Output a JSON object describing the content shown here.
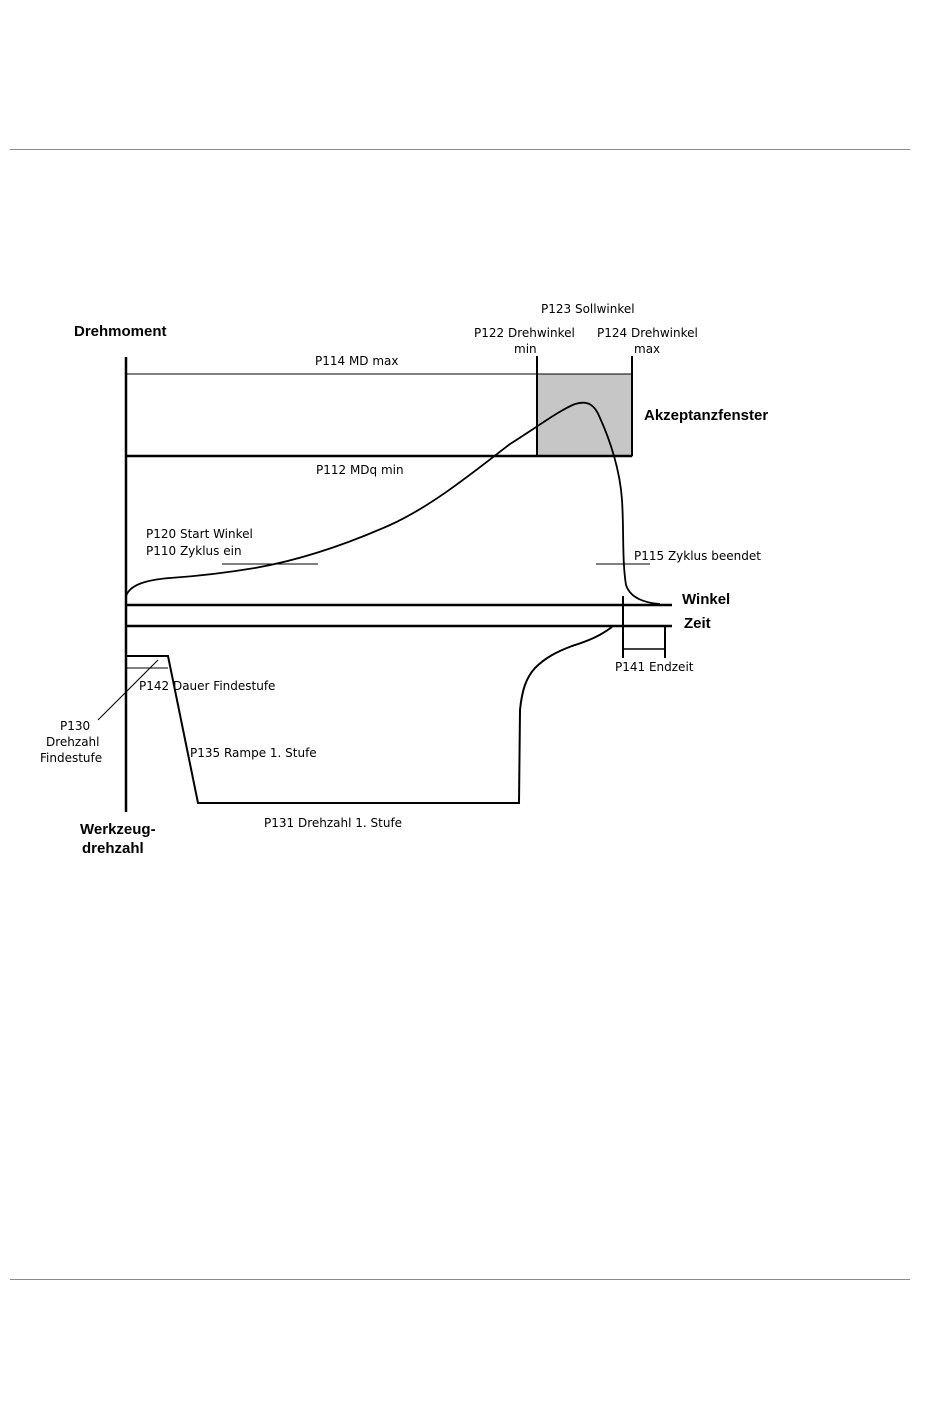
{
  "axes": {
    "torque_label": "Drehmoment",
    "angle_label": "Winkel",
    "time_label": "Zeit",
    "tool_speed_label_line1": "Werkzeug-",
    "tool_speed_label_line2": "drehzahl"
  },
  "window": {
    "label": "Akzeptanzfenster",
    "fill_color": "#c6c6c6"
  },
  "params": {
    "p123": "P123 Sollwinkel",
    "p122_line1": "P122 Drehwinkel",
    "p122_line2": "min",
    "p124_line1": "P124 Drehwinkel",
    "p124_line2": "max",
    "p114": "P114 MD max",
    "p112": "P112 MDq min",
    "p120": "P120 Start Winkel",
    "p110": "P110 Zyklus ein",
    "p115": "P115 Zyklus beendet",
    "p141": "P141 Endzeit",
    "p142": "P142 Dauer Findestufe",
    "p130_line1": "P130",
    "p130_line2": "Drehzahl",
    "p130_line3": "Findestufe",
    "p135": "P135 Rampe 1. Stufe",
    "p131": "P131 Drehzahl 1. Stufe"
  }
}
